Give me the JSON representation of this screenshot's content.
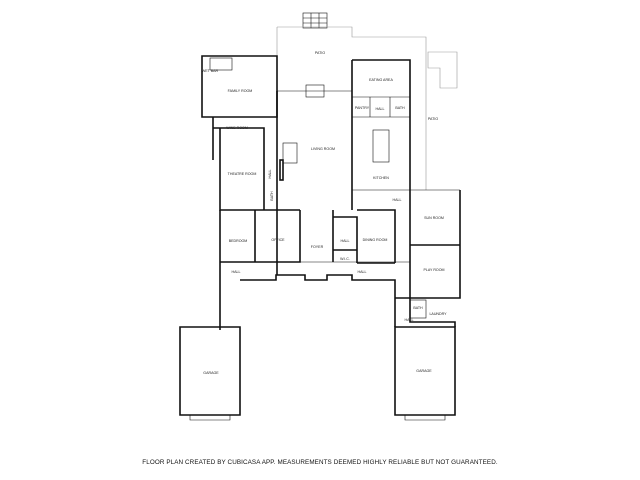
{
  "rooms": {
    "patio_top": "PATIO",
    "wet_bar": "WET BAR",
    "family_room": "FAMILY ROOM",
    "eating_area": "EATING AREA",
    "pantry": "PANTRY",
    "hall_upper": "HALL",
    "bath_upper": "BATH",
    "patio_right": "PATIO",
    "wine_room": "WINE ROOM",
    "living_room": "LIVING ROOM",
    "theatre_room": "THEATRE ROOM",
    "hall_theatre": "HALL",
    "bath_theatre": "BATH",
    "kitchen": "KITCHEN",
    "hall_kitchen": "HALL",
    "sun_room": "SUN ROOM",
    "bedroom": "BEDROOM",
    "office": "OFFICE",
    "foyer": "FOYER",
    "hall_foyer": "HALL",
    "wic": "W.I.C.",
    "dining_room": "DINING ROOM",
    "play_room": "PLAY ROOM",
    "hall_left": "HALL",
    "hall_right": "HALL",
    "bath_laundry": "BATH",
    "laundry": "LAUNDRY",
    "hall_laundry": "HALL",
    "garage_left": "GARAGE",
    "garage_right": "GARAGE"
  },
  "footer": "FLOOR PLAN CREATED BY CUBICASA APP. MEASUREMENTS DEEMED HIGHLY RELIABLE BUT NOT GUARANTEED."
}
